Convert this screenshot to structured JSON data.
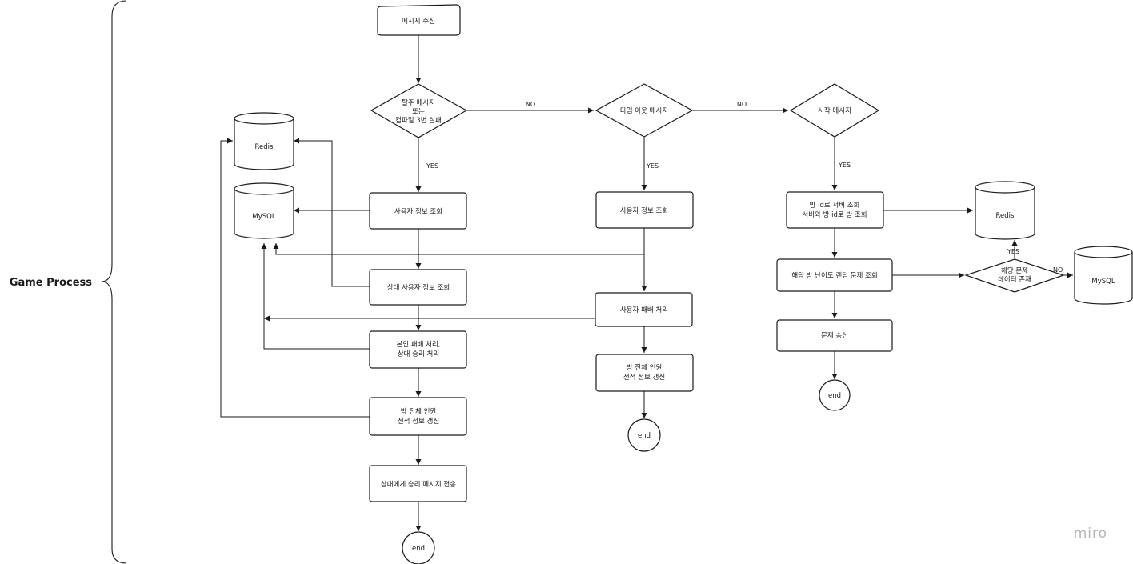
{
  "frame": {
    "title": "Game Process"
  },
  "watermark": "miro",
  "nodes": {
    "receive": "메시지 수신",
    "d_exit": [
      "탈주 메시지",
      "또는",
      "컴파일 3번 실패"
    ],
    "d_timeout": "타임 아웃 메시지",
    "d_start": "시작 메시지",
    "redis_left": "Redis",
    "mysql_left": "MySQL",
    "c1_user": "사용자 정보 조회",
    "c1_opp": "상대 사용자 정보 조회",
    "c1_result": [
      "본인 패배 처리,",
      "상대 승리 처리"
    ],
    "c1_update": [
      "방 전체 인원",
      "전적 정보 갱신"
    ],
    "c1_send": "상대에게 승리 메시지 전송",
    "c1_end": "end",
    "c2_user": "사용자 정보 조회",
    "c2_lose": "사용자 패배 처리",
    "c2_update": [
      "방 전체 인원",
      "전적 정보 갱신"
    ],
    "c2_end": "end",
    "c3_room": [
      "방 id로 서버 조회",
      "서버와 방 id로 방 조회"
    ],
    "c3_problem": "해당 방 난이도 랜덤 문제 조회",
    "c3_send": "문제 송신",
    "c3_end": "end",
    "d_data": [
      "해당 문제",
      "데이터 존재"
    ],
    "redis_right": "Redis",
    "mysql_right": "MySQL"
  },
  "edge_labels": {
    "exit_no": "NO",
    "exit_yes": "YES",
    "timeout_no": "NO",
    "timeout_yes": "YES",
    "start_yes": "YES",
    "data_yes": "YES",
    "data_no": "NO"
  }
}
